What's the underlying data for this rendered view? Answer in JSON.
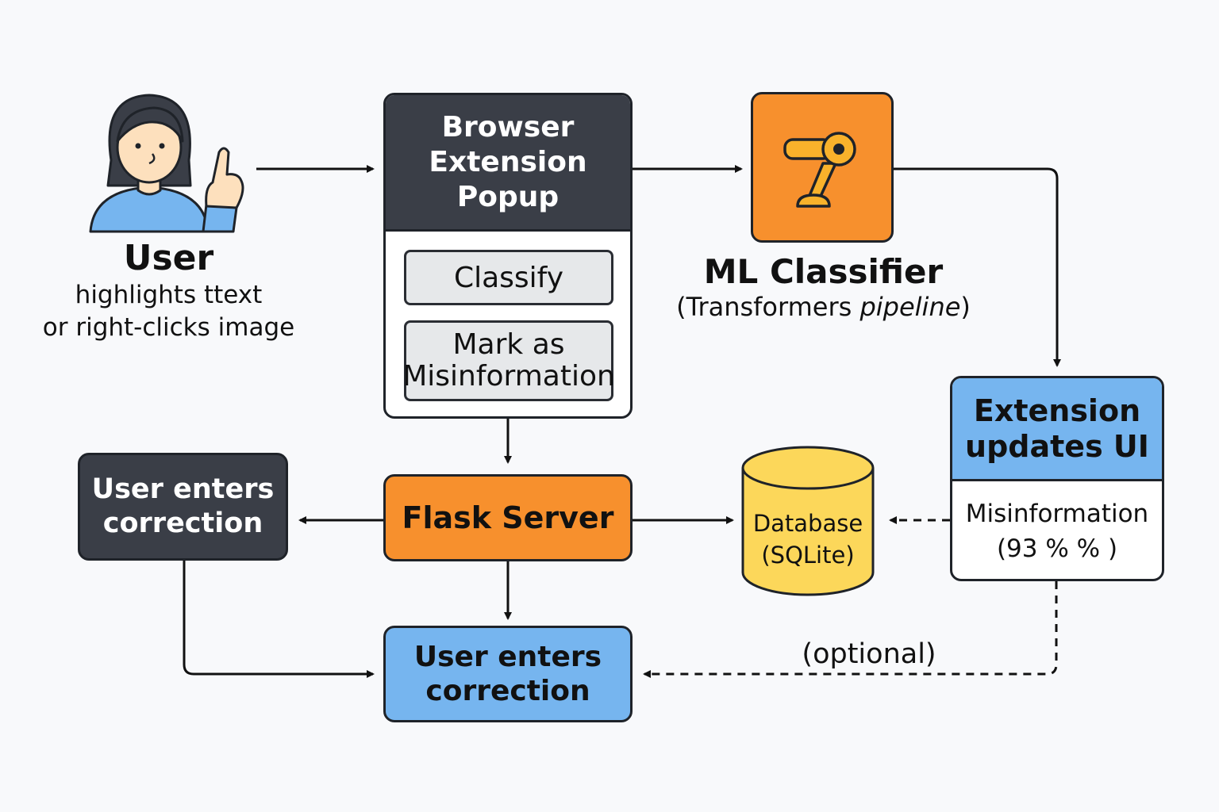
{
  "user": {
    "title": "User",
    "desc_line1": "highlights ttext",
    "desc_line2": "or right-clicks image"
  },
  "popup": {
    "title_line1": "Browser",
    "title_line2": "Extension",
    "title_line3": "Popup",
    "classify_label": "Classify",
    "mark_line1": "Mark as",
    "mark_line2": "Misinformation"
  },
  "ml": {
    "title": "ML Classifier",
    "sub_open": "(Transformers ",
    "sub_italic": "pipeline",
    "sub_close": ")",
    "icon": "robot-arm-icon"
  },
  "ext": {
    "title_line1": "Extension",
    "title_line2": "updates UI",
    "result_line1": "Misinformation",
    "result_line2": "(93 % % )"
  },
  "flask": {
    "label": "Flask Server"
  },
  "database": {
    "line1": "Database",
    "line2": "(SQLite)"
  },
  "correction_dark": {
    "line1": "User enters",
    "line2": "correction"
  },
  "correction_blue": {
    "line1": "User enters",
    "line2": "correction"
  },
  "optional_label": "(optional)",
  "colors": {
    "orange": "#f7902d",
    "dark": "#3a3e47",
    "blue": "#76b5ef",
    "yellow": "#fcd75a",
    "button_gray": "#e6e8ea"
  }
}
